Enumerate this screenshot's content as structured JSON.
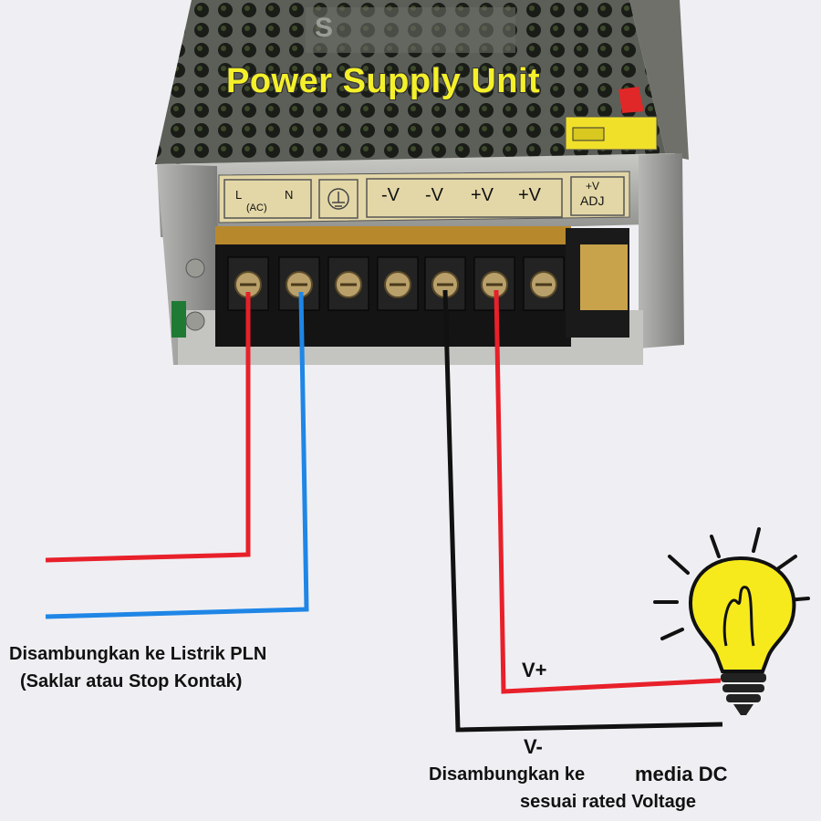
{
  "title": "Power Supply Unit",
  "brand_text": "S",
  "terminal_labels": {
    "l": "L",
    "n": "N",
    "ac": "(AC)",
    "neg1": "-V",
    "neg2": "-V",
    "pos1": "+V",
    "pos2": "+V",
    "adj_top": "+V",
    "adj_bottom": "ADJ"
  },
  "wire_labels": {
    "v_plus": "V+",
    "v_minus": "V-"
  },
  "captions": {
    "ac_line1": "Disambungkan ke Listrik PLN",
    "ac_line2": "(Saklar atau Stop Kontak)",
    "dc_line1_a": "Disambungkan ke",
    "dc_line1_b": "media DC",
    "dc_line2": "sesuai rated Voltage"
  },
  "colors": {
    "wire_red": "#e8202a",
    "wire_blue": "#1f86e6",
    "wire_black": "#111111",
    "title_yellow": "#f4f02a",
    "bulb_yellow": "#f7ea1c"
  }
}
